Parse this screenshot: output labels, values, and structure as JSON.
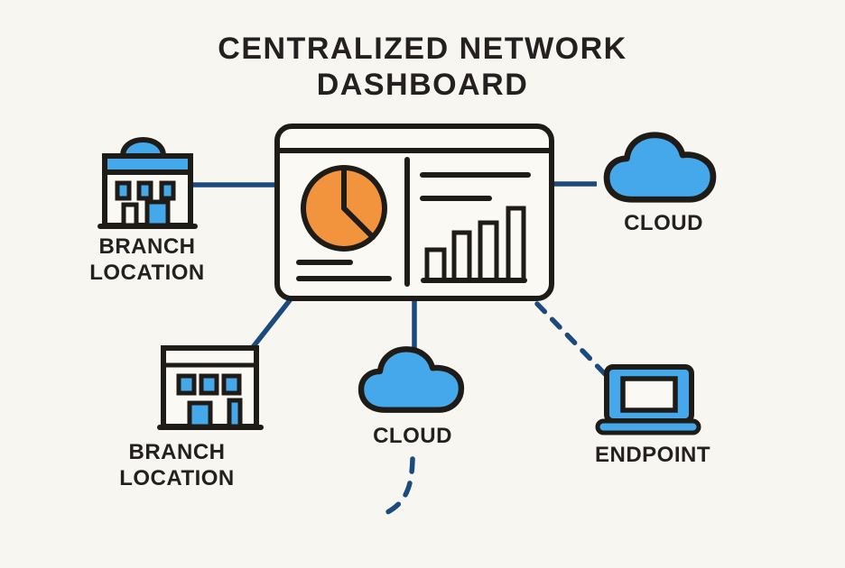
{
  "title": {
    "text": "CENTRALIZED NETWORK\nDASHBOARD"
  },
  "nodes": {
    "branch_top": {
      "label": "BRANCH\nLOCATION"
    },
    "branch_bottom": {
      "label": "BRANCH\nLOCATION"
    },
    "cloud_right": {
      "label": "CLOUD"
    },
    "cloud_bottom": {
      "label": "CLOUD"
    },
    "endpoint": {
      "label": "ENDPOINT"
    }
  },
  "colors": {
    "background": "#f8f6f0",
    "outline_black": "#1f1b17",
    "accent_blue": "#45a8ea",
    "connector_navy": "#1b4a7e",
    "pie_orange": "#f2933d",
    "text": "#242020"
  }
}
